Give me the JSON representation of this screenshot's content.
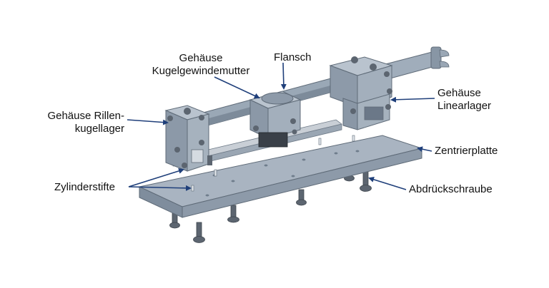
{
  "labels": {
    "gehaeuse_kgm_line1": "Gehäuse",
    "gehaeuse_kgm_line2": "Kugelgewindemutter",
    "flansch": "Flansch",
    "gehaeuse_linear_line1": "Gehäuse",
    "gehaeuse_linear_line2": "Linearlager",
    "gehaeuse_rillen_line1": "Gehäuse Rillen-",
    "gehaeuse_rillen_line2": "kugellager",
    "zentrierplatte": "Zentrierplatte",
    "zylinderstifte": "Zylinderstifte",
    "abdrueckschraube": "Abdrückschraube"
  },
  "colors": {
    "leader": "#1f3f7a",
    "plate_top": "#a9b4c1",
    "plate_side": "#8593a3",
    "part": "#9aa7b5",
    "part_dark": "#6f7d8c",
    "rail": "#c4cbd3",
    "bolt": "#5c6570"
  }
}
